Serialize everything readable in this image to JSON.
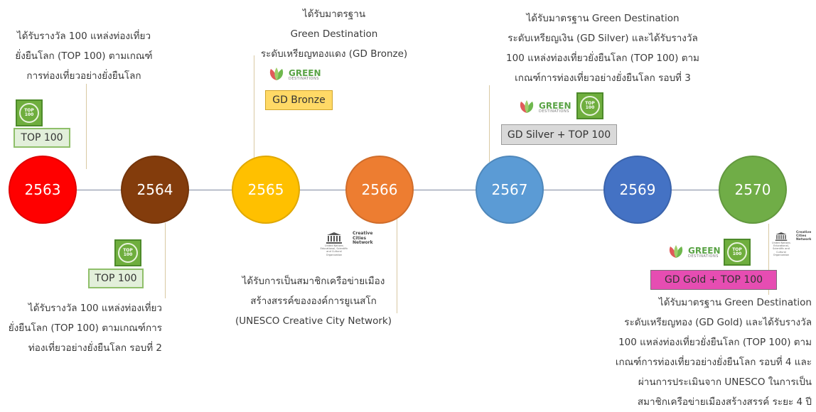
{
  "years": [
    "2563",
    "2564",
    "2565",
    "2566",
    "2567",
    "2569",
    "2570"
  ],
  "colors": {
    "y2563": "#ff0000",
    "y2564": "#833c0c",
    "y2565": "#ffc000",
    "y2566": "#ed7d31",
    "y2567": "#5b9bd5",
    "y2569": "#4472c4",
    "y2570": "#70ad47",
    "top100_badge": "#e2efda",
    "bronze_badge": "#ffd966",
    "silver_badge": "#d9d9d9",
    "gold_badge": "#e64db2"
  },
  "events": {
    "e2563": {
      "lines": [
        "ได้รับรางวัล 100 แหล่งท่องเที่ยว",
        "ยั่งยืนโลก (TOP 100) ตามเกณฑ์",
        "การท่องเที่ยวอย่างยั่งยืนโลก"
      ],
      "badge": "TOP 100"
    },
    "e2564": {
      "lines": [
        "ได้รับรางวัล 100 แหล่งท่องเที่ยว",
        "ยั่งยืนโลก (TOP 100) ตามเกณฑ์การ",
        "ท่องเที่ยวอย่างยั่งยืนโลก รอบที่ 2"
      ],
      "badge": "TOP 100"
    },
    "e2565": {
      "lines": [
        "ได้รับมาตรฐาน",
        "Green Destination",
        "ระดับเหรียญทองแดง (GD Bronze)"
      ],
      "badge": "GD Bronze"
    },
    "e2566": {
      "lines": [
        "ได้รับการเป็นสมาชิกเครือข่ายเมือง",
        "สร้างสรรค์ขององค์การยูเนสโก",
        "(UNESCO Creative City Network)"
      ]
    },
    "e2567": {
      "lines": [
        "ได้รับมาตรฐาน Green Destination",
        "ระดับเหรียญเงิน (GD Silver) และได้รับรางวัล",
        "100 แหล่งท่องเที่ยวยั่งยืนโลก (TOP 100) ตาม",
        "เกณฑ์การท่องเที่ยวอย่างยั่งยืนโลก รอบที่ 3"
      ],
      "badge": "GD Silver + TOP 100"
    },
    "e2570": {
      "lines": [
        "ได้รับมาตรฐาน Green Destination",
        "ระดับเหรียญทอง (GD Gold) และได้รับรางวัล",
        "100 แหล่งท่องเที่ยวยั่งยืนโลก (TOP 100) ตาม",
        "เกณฑ์การท่องเที่ยวอย่างยั่งยืนโลก รอบที่ 4 และ",
        "ผ่านการประเมินจาก UNESCO ในการเป็น",
        "สมาชิกเครือข่ายเมืองสร้างสรรค์ ระยะ 4 ปี"
      ],
      "badge": "GD Gold + TOP 100"
    }
  },
  "logos": {
    "green_big": "GREEN",
    "green_small": "DESTINATIONS",
    "top100_text": "TOP 100",
    "unesco_org": "United Nations Educational, Scientific and Cultural Organization",
    "creative_cities": "Creative Cities Network"
  },
  "icons": [
    "green-destinations-logo-icon",
    "top100-award-icon",
    "unesco-logo-icon"
  ]
}
